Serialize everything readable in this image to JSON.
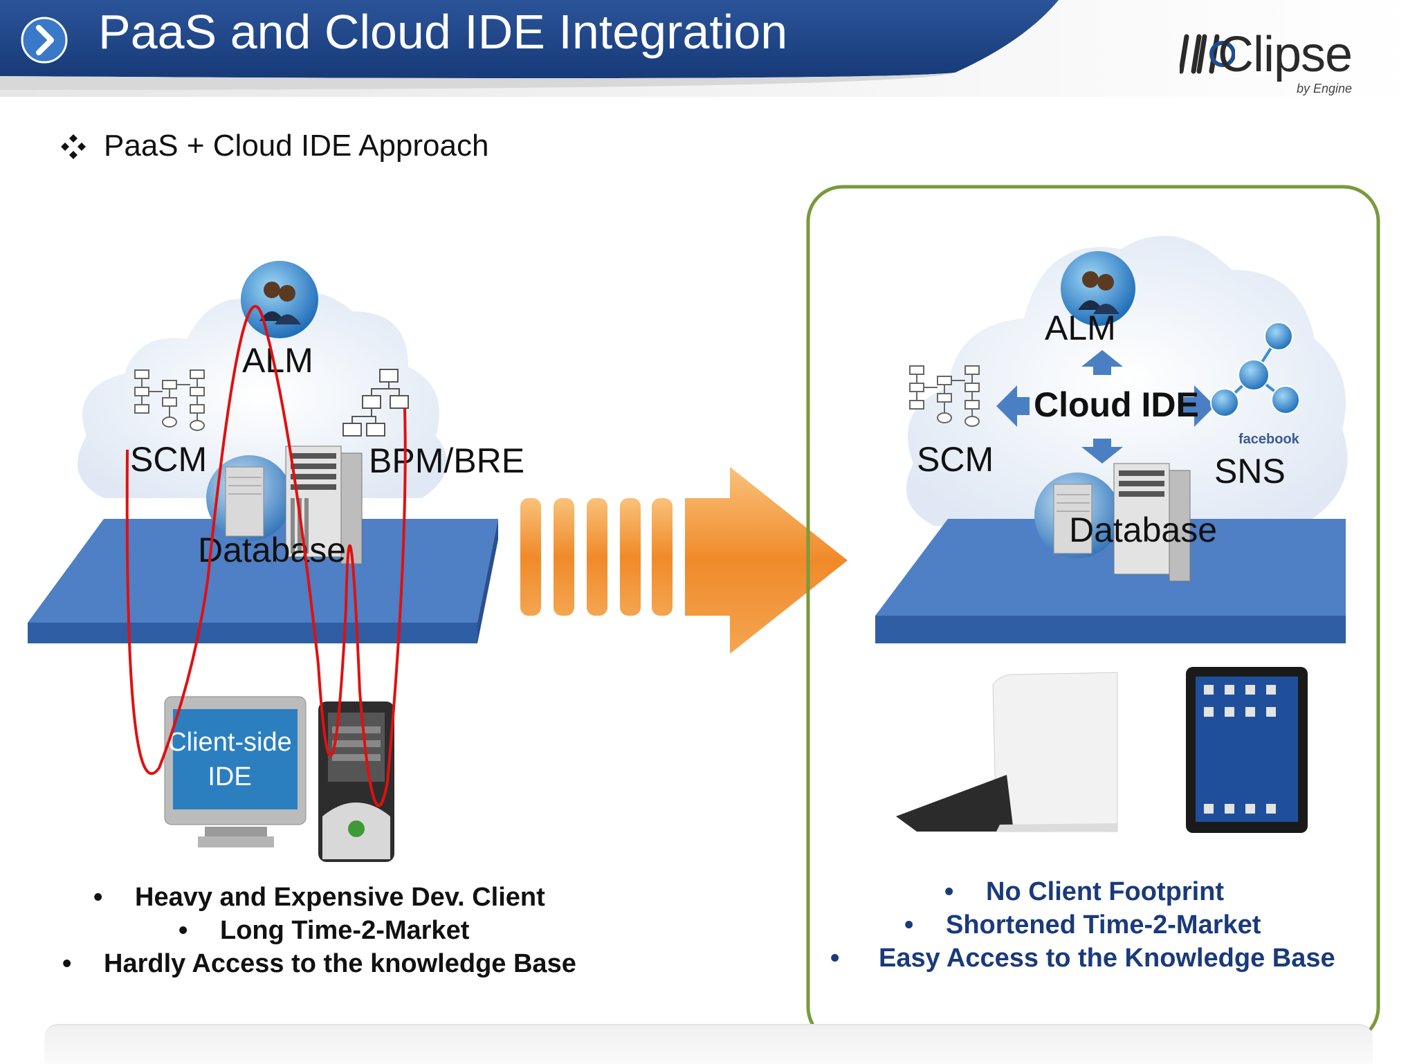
{
  "header": {
    "title": "PaaS and Cloud IDE Integration",
    "logo_text": "Clipse",
    "logo_by": "by Engine"
  },
  "subtitle": "PaaS + Cloud IDE Approach",
  "left_diagram": {
    "alm": "ALM",
    "scm": "SCM",
    "bpm": "BPM/BRE",
    "database": "Database",
    "client_line1": "Client-side",
    "client_line2": "IDE",
    "bullets": [
      "Heavy and Expensive Dev. Client",
      "Long Time-2-Market",
      "Hardly Access to the knowledge Base"
    ]
  },
  "right_diagram": {
    "alm": "ALM",
    "cloud_ide": "Cloud IDE",
    "scm": "SCM",
    "sns": "SNS",
    "facebook": "facebook",
    "database": "Database",
    "bullets": [
      "No Client Footprint",
      "Shortened Time-2-Market",
      "Easy Access to the Knowledge Base"
    ]
  },
  "bullet_symbol": "•",
  "colors": {
    "header": "#1f3f7a",
    "platform": "#4f7fc4",
    "arrow": "#f29a3a",
    "highlight_border": "#7a9a3c",
    "red_line": "#e01010",
    "right_text": "#1a3a7a"
  }
}
